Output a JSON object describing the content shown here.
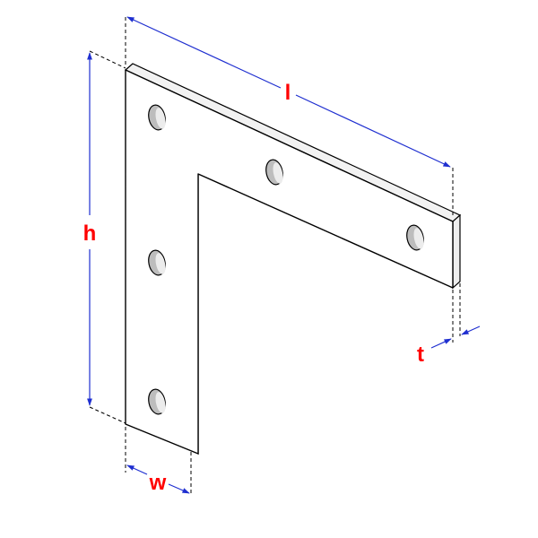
{
  "labels": {
    "length": "l",
    "height": "h",
    "width": "w",
    "thickness": "t"
  },
  "colors": {
    "label": "#ff0000",
    "dimension_line": "#1f2fd0",
    "outline": "#000000",
    "face": "#ffffff",
    "edge": "#f2f2f2",
    "hole": "#bdbdbd",
    "hole_inner": "#e6e6e6"
  },
  "part": {
    "type": "flat L corner bracket",
    "hole_count": 5
  }
}
